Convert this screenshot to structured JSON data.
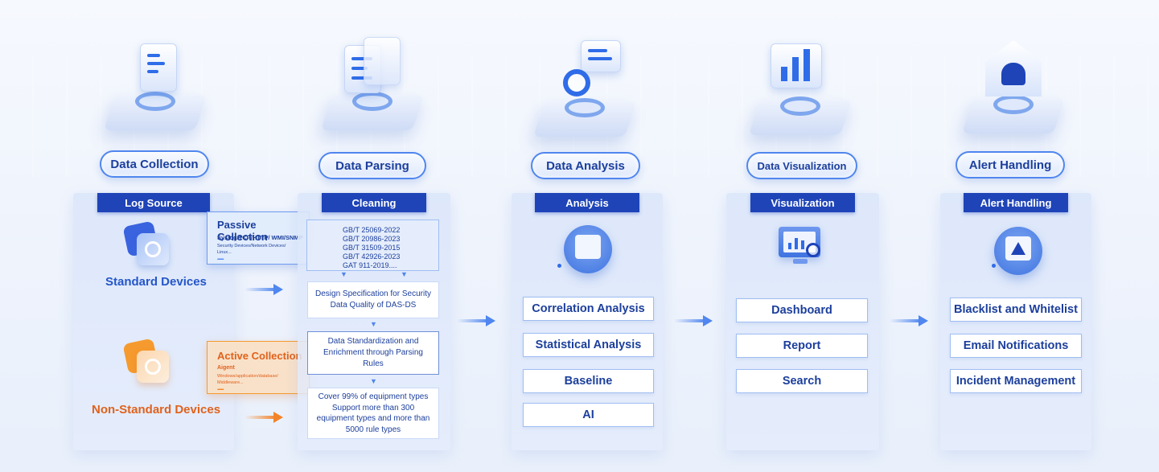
{
  "stages": {
    "collection": {
      "label": "Data Collection",
      "panel_title": "Log Source",
      "standard": "Standard Devices",
      "nonstandard": "Non-Standard Devices",
      "passive": {
        "title": "Passive Collection",
        "line1": "Syslog/TCP/HTTP/ WMI/SNMP",
        "line2": "Security Devices/Network Devices/",
        "line3": "Linux...",
        "dots": "••••••••••"
      },
      "active": {
        "title": "Active Collection",
        "line1": "Aigent",
        "line2": "Windows/application/database/",
        "line3": "Middleware...",
        "dots": "••••••••••"
      }
    },
    "parsing": {
      "label": "Data  Parsing",
      "panel_title": "Cleaning",
      "standards": [
        "GB/T 25069-2022",
        "GB/T 20986-2023",
        "GB/T 31509-2015",
        "GB/T 42926-2023",
        "GAT 911-2019...."
      ],
      "box1": "Design Specification for Security Data Quality of DAS-DS",
      "box2": "Data Standardization and Enrichment through Parsing Rules",
      "box3": "Cover 99% of equipment types Support more than 300 equipment types and more than 5000 rule types"
    },
    "analysis": {
      "label": "Data  Analysis",
      "panel_title": "Analysis",
      "items": [
        "Correlation Analysis",
        "Statistical Analysis",
        "Baseline",
        "AI"
      ]
    },
    "visualization": {
      "label": "Data  Visualization",
      "panel_title": "Visualization",
      "items": [
        "Dashboard",
        "Report",
        "Search"
      ]
    },
    "alert": {
      "label": "Alert  Handling",
      "panel_title": "Alert  Handling",
      "items": [
        "Blacklist and Whitelist",
        "Email Notifications",
        "Incident Management"
      ]
    }
  },
  "icons": [
    "document-stack-icon",
    "parsing-files-icon",
    "magnifier-analysis-icon",
    "bar-chart-icon",
    "alert-siren-icon",
    "device-icon",
    "chip-icon",
    "monitor-chart-icon",
    "warning-window-icon"
  ],
  "colors": {
    "accent": "#1e44b8",
    "blue": "#4f86ef",
    "orange": "#f38328",
    "orange_text": "#e0621c"
  }
}
